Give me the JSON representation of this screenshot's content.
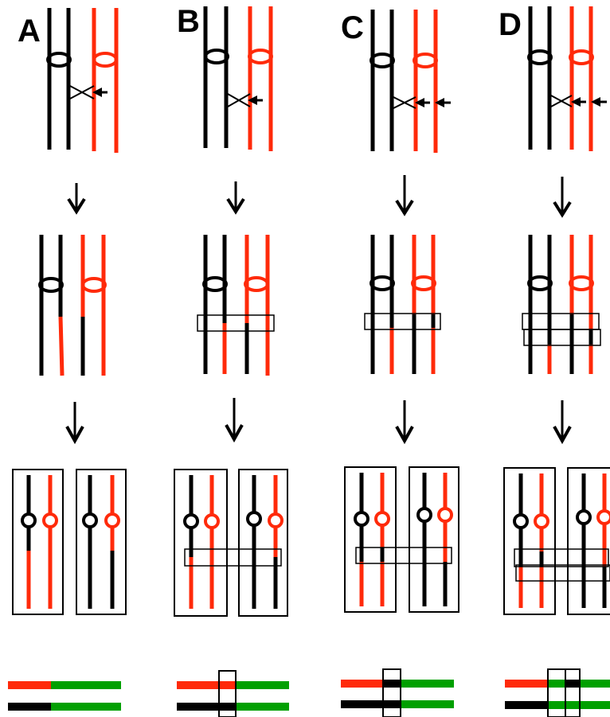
{
  "colors": {
    "black": "#000000",
    "red": "#ff2a0a",
    "green": "#00a000",
    "box": "#000000"
  },
  "panels": [
    {
      "label": "A"
    },
    {
      "label": "B"
    },
    {
      "label": "C"
    },
    {
      "label": "D"
    }
  ]
}
